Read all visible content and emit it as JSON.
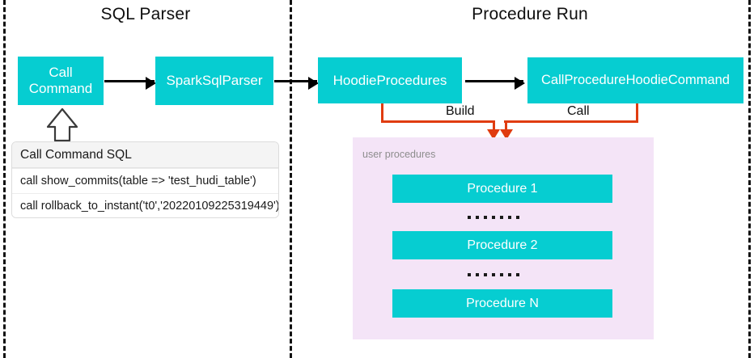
{
  "diagram": {
    "title_left": "SQL Parser",
    "title_right": "Procedure Run",
    "nodes": {
      "call_command": "Call\nCommand",
      "call_command_line1": "Call",
      "call_command_line2": "Command",
      "spark_sql_parser": "SparkSqlParser",
      "hoodie_procedures": "HoodieProcedures",
      "call_procedure_hoodie_command": "CallProcedureHoodieCommand"
    },
    "edge_labels": {
      "build": "Build",
      "call": "Call"
    },
    "sql_table": {
      "header": "Call Command SQL",
      "rows": [
        "call show_commits(table => 'test_hudi_table')",
        "call rollback_to_instant('t0','20220109225319449')"
      ]
    },
    "procedures_panel": {
      "label": "user procedures",
      "items": [
        "Procedure 1",
        "Procedure 2",
        "Procedure N"
      ],
      "ellipsis": "......."
    },
    "colors": {
      "node_fill": "#06CDD1",
      "node_text": "#FFFFFF",
      "panel_fill": "#F4E4F7",
      "connector_orange": "#E03C10",
      "connector_black": "#000000",
      "divider": "#111111"
    }
  }
}
